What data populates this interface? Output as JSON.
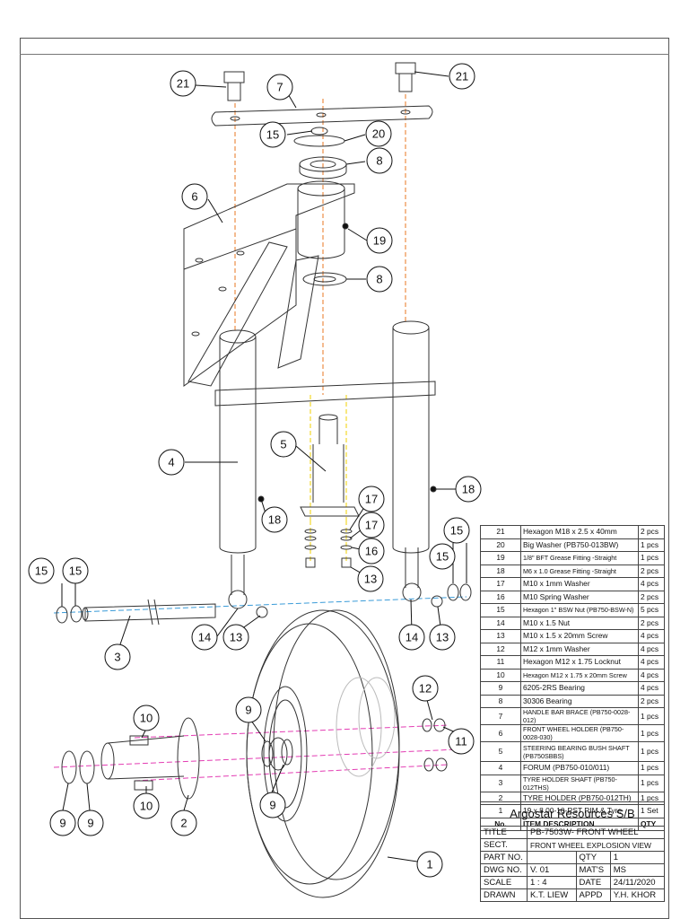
{
  "callouts": {
    "c21a": "21",
    "c21b": "21",
    "c7": "7",
    "c15a": "15",
    "c20": "20",
    "c8a": "8",
    "c6": "6",
    "c19": "19",
    "c8b": "8",
    "c4": "4",
    "c5": "5",
    "c18a": "18",
    "c18b": "18",
    "c17a": "17",
    "c17b": "17",
    "c16": "16",
    "c13a": "13",
    "c15b": "15",
    "c15c": "15",
    "c15d": "15",
    "c15e": "15",
    "c3": "3",
    "c14a": "14",
    "c13b": "13",
    "c14b": "14",
    "c13c": "13",
    "c12": "12",
    "c11": "11",
    "c10a": "10",
    "c10b": "10",
    "c9a": "9",
    "c9b": "9",
    "c9c": "9",
    "c9d": "9",
    "c2": "2",
    "c1": "1"
  },
  "bom": {
    "rows": [
      {
        "no": "21",
        "desc": "Hexagon M18 x 2.5 x 40mm",
        "qty": "2 pcs"
      },
      {
        "no": "20",
        "desc": "Big Washer (PB750-013BW)",
        "qty": "1 pcs"
      },
      {
        "no": "19",
        "desc": "1/8\" BFT Grease Fitting -Straight",
        "qty": "1 pcs"
      },
      {
        "no": "18",
        "desc": "M6 x 1.0 Grease Fitting -Straight",
        "qty": "2 pcs"
      },
      {
        "no": "17",
        "desc": "M10 x 1mm Washer",
        "qty": "4 pcs"
      },
      {
        "no": "16",
        "desc": "M10 Spring Washer",
        "qty": "2 pcs"
      },
      {
        "no": "15",
        "desc": "Hexagon 1\" BSW Nut (PB750-BSW-N)",
        "qty": "5 pcs"
      },
      {
        "no": "14",
        "desc": "M10 x 1.5 Nut",
        "qty": "2 pcs"
      },
      {
        "no": "13",
        "desc": "M10 x 1.5 x 20mm Screw",
        "qty": "4 pcs"
      },
      {
        "no": "12",
        "desc": "M12 x 1mm Washer",
        "qty": "4 pcs"
      },
      {
        "no": "11",
        "desc": "Hexagon M12 x 1.75 Locknut",
        "qty": "4 pcs"
      },
      {
        "no": "10",
        "desc": "Hexagon M12 x 1.75 x 20mm Screw",
        "qty": "4 pcs"
      },
      {
        "no": "9",
        "desc": "6205-2RS Bearing",
        "qty": "4 pcs"
      },
      {
        "no": "8",
        "desc": "30306 Bearing",
        "qty": "2 pcs"
      },
      {
        "no": "7",
        "desc": "HANDLE BAR BRACE (PB750-0028-012)",
        "qty": "1 pcs"
      },
      {
        "no": "6",
        "desc": "FRONT WHEEL HOLDER (PB750-0028-030)",
        "qty": "1 pcs"
      },
      {
        "no": "5",
        "desc": "STEERING BEARING BUSH SHAFT (PB750SBBS)",
        "qty": "1 pcs"
      },
      {
        "no": "4",
        "desc": "FORUM (PB750-010/011)",
        "qty": "1 pcs"
      },
      {
        "no": "3",
        "desc": "TYRE HOLDER SHAFT (PB750-012THS)",
        "qty": "1 pcs"
      },
      {
        "no": "2",
        "desc": "TYRE HOLDER (PB750-012TH)",
        "qty": "1 pcs"
      },
      {
        "no": "1",
        "desc": "19 x 8.00-10-RST RIM & Tyre",
        "qty": "1 Set"
      }
    ],
    "header_no": "No.",
    "header_desc": "ITEM DESCRIPTION",
    "header_qty": "QTY"
  },
  "title_block": {
    "company": "Argostar Resources S/B",
    "title_label": "TITLE",
    "title_value": "PB-7503W- FRONT WHEEL",
    "sect_label": "SECT.",
    "sect_value": "FRONT WHEEL EXPLOSION VIEW",
    "part_label": "PART NO.",
    "part_value": "",
    "qty_label": "QTY",
    "qty_value": "1",
    "dwg_label": "DWG NO.",
    "dwg_value": "V. 01",
    "mats_label": "MAT'S",
    "mats_value": "MS",
    "scale_label": "SCALE",
    "scale_value": "1 : 4",
    "date_label": "DATE",
    "date_value": "24/11/2020",
    "drawn_label": "DRAWN",
    "drawn_value": "K.T. LIEW",
    "appd_label": "APPD",
    "appd_value": "Y.H. KHOR"
  }
}
